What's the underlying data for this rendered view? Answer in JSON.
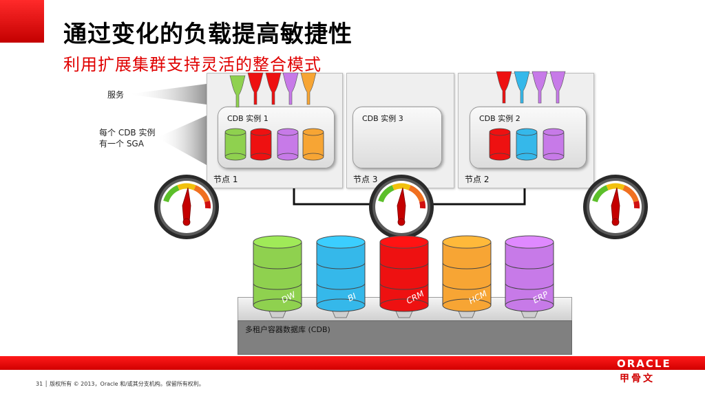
{
  "header": {
    "title": "通过变化的负载提高敏捷性",
    "subtitle": "利用扩展集群支持灵活的整合模式"
  },
  "annotations": {
    "services": "服务",
    "sga_line1": "每个 CDB 实例",
    "sga_line2": "有一个 SGA"
  },
  "nodes": [
    {
      "label": "节点 1",
      "cdb": "CDB 实例 1"
    },
    {
      "label": "节点 3",
      "cdb": "CDB 实例 3"
    },
    {
      "label": "节点 2",
      "cdb": "CDB 实例 2"
    }
  ],
  "databases": [
    {
      "label": "DW",
      "color": "#8fd14f"
    },
    {
      "label": "BI",
      "color": "#35b8ea"
    },
    {
      "label": "CRM",
      "color": "#ee1111"
    },
    {
      "label": "HCM",
      "color": "#f7a534"
    },
    {
      "label": "ERP",
      "color": "#c77ae8"
    }
  ],
  "platform": {
    "label": "多租户容器数据库 (CDB)"
  },
  "footer": {
    "text": "31 │ 版权所有 © 2013，Oracle 和/或其分支机构。保留所有权利。"
  },
  "brand": {
    "name": "ORACLE",
    "name_cn": "甲骨文"
  },
  "colors": {
    "accent": "#e00000",
    "green": "#8fd14f",
    "red": "#ee1111",
    "purple": "#c77ae8",
    "orange": "#f7a534",
    "blue": "#35b8ea"
  }
}
